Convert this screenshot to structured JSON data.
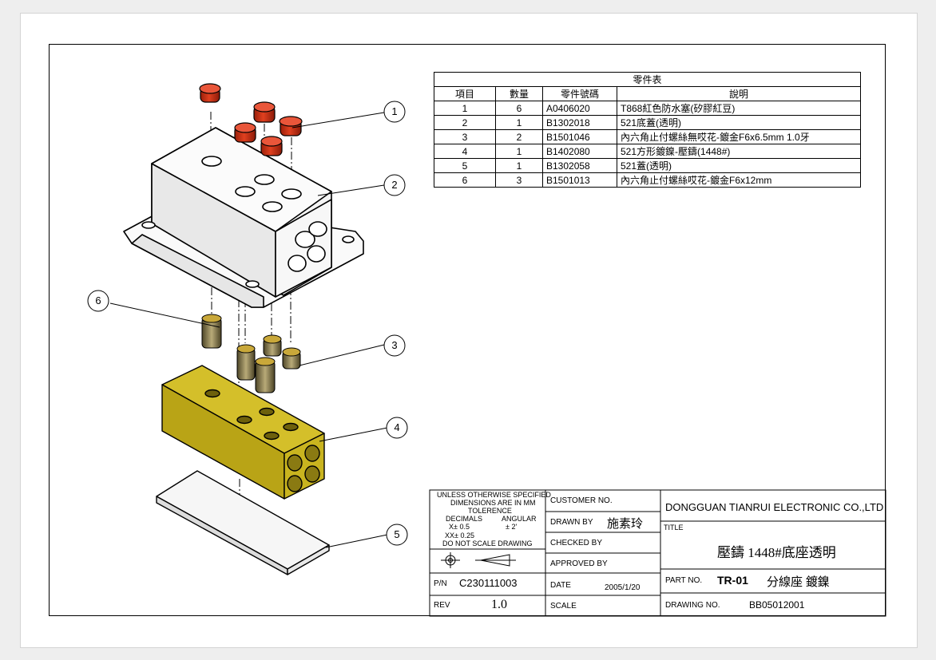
{
  "bom": {
    "title": "零件表",
    "headers": [
      "項目",
      "數量",
      "零件號碼",
      "說明"
    ],
    "rows": [
      [
        "1",
        "6",
        "A0406020",
        "T868紅色防水塞(矽膠紅豆)"
      ],
      [
        "2",
        "1",
        "B1302018",
        "521底蓋(透明)"
      ],
      [
        "3",
        "2",
        "B1501046",
        "內六角止付螺絲無哎花-鍍金F6x6.5mm 1.0牙"
      ],
      [
        "4",
        "1",
        "B1402080",
        "521方形鍍鎳-壓鑄(1448#)"
      ],
      [
        "5",
        "1",
        "B1302058",
        "521蓋(透明)"
      ],
      [
        "6",
        "3",
        "B1501013",
        "內六角止付螺絲哎花-鍍金F6x12mm"
      ]
    ]
  },
  "callouts": [
    "1",
    "2",
    "3",
    "4",
    "5",
    "6"
  ],
  "colors": {
    "cap": "#e0401f",
    "block": "#c8b21a",
    "block_dark": "#7a6b0a",
    "screw": "#8f8150",
    "cover": "#f2f2f2"
  },
  "titleblock": {
    "tolerance": {
      "line1": "UNLESS OTHERWISE SPECIFIED",
      "line2": "DIMENSIONS ARE IN MM",
      "line3": "TOLERENCE",
      "decimals": "DECIMALS",
      "angular": "ANGULAR",
      "x": "X± 0.5",
      "angle": "±  2'",
      "xx": "XX± 0.25",
      "noscale": "DO NOT SCALE DRAWING"
    },
    "pn_label": "P/N",
    "pn": "C230111003",
    "rev_label": "REV",
    "rev": "1.0",
    "customer_label": "CUSTOMER NO.",
    "drawn_label": "DRAWN BY",
    "drawn_by": "施素玲",
    "checked_label": "CHECKED BY",
    "approved_label": "APPROVED BY",
    "date_label": "DATE",
    "date": "2005/1/20",
    "scale_label": "SCALE",
    "company": "DONGGUAN TIANRUI ELECTRONIC CO.,LTD",
    "title_label": "TITLE",
    "title": "壓鑄 1448#底座透明",
    "partno_label": "PART NO.",
    "partno": "TR-01",
    "partno_desc": "分線座 鍍鎳",
    "drawingno_label": "DRAWING NO.",
    "drawingno": "BB05012001"
  }
}
